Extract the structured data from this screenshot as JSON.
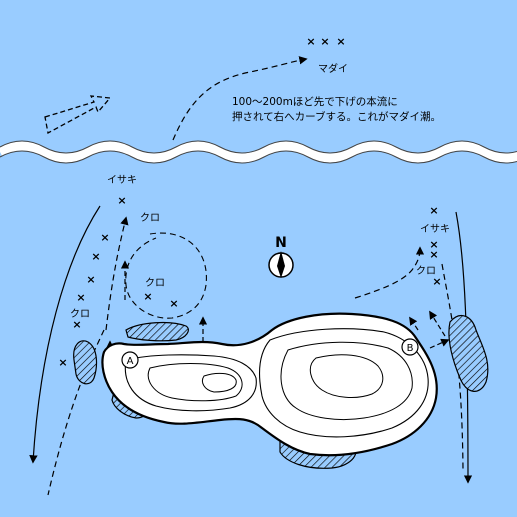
{
  "map": {
    "background_color": "#99CCFF",
    "wave_color": "#FFFFFF",
    "island_fill": "#FFFFFF",
    "reef_hatch_color": "#000000",
    "note_lines": [
      "100〜200mほど先で下げの本流に",
      "押されて右へカーブする。これがマダイ潮。"
    ],
    "compass_label": "N",
    "point_labels": {
      "a": "A",
      "b": "B"
    },
    "fish_labels": {
      "madai": "マダイ",
      "isaki_left": "イサキ",
      "kuro_left_upper": "クロ",
      "kuro_left_inner": "クロ",
      "kuro_left_lower": "クロ",
      "isaki_right": "イサキ",
      "kuro_right": "クロ"
    },
    "mark_glyph": "×",
    "icons": [
      "compass-icon",
      "current-arrow-icon",
      "fishing-spot-mark-icon"
    ]
  }
}
